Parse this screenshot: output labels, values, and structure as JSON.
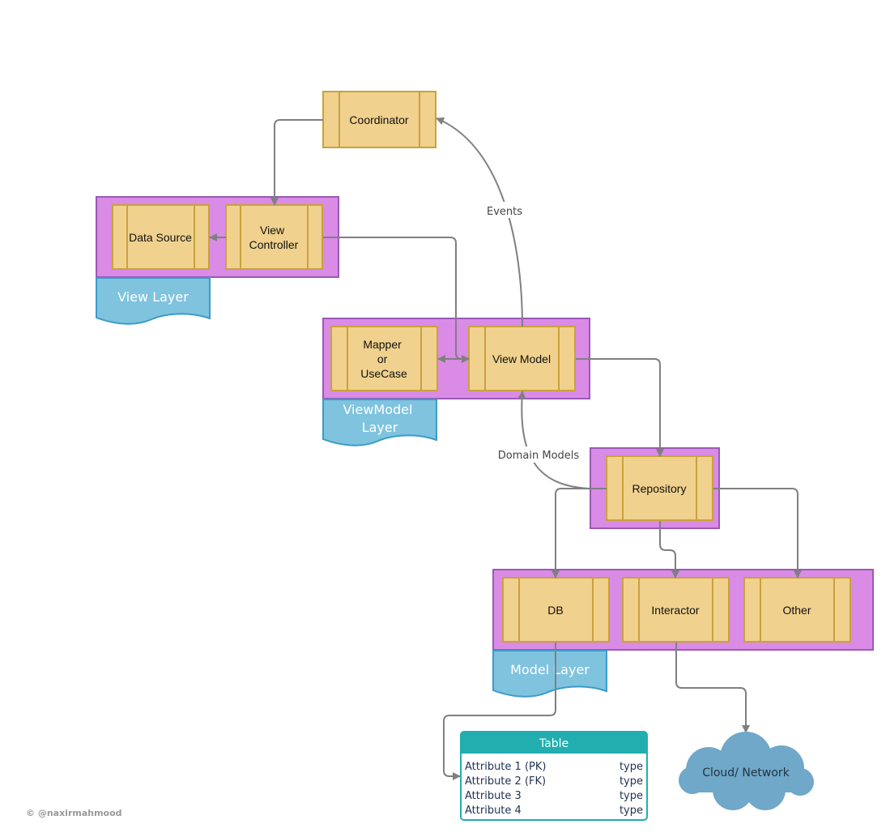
{
  "nodes": {
    "coordinator": "Coordinator",
    "data_source": "Data Source",
    "view_controller": [
      "View",
      "Controller"
    ],
    "mapper": [
      "Mapper",
      "or",
      "UseCase"
    ],
    "view_model": "View Model",
    "repository": "Repository",
    "db": "DB",
    "interactor": "Interactor",
    "other": "Other"
  },
  "layers": {
    "view": "View Layer",
    "viewmodel": [
      "ViewModel",
      "Layer"
    ],
    "model": "Model Layer"
  },
  "edge_labels": {
    "events": "Events",
    "domain_models": "Domain Models"
  },
  "table": {
    "title": "Table",
    "rows": [
      {
        "name": "Attribute 1 (PK)",
        "type": "type"
      },
      {
        "name": "Attribute 2 (FK)",
        "type": "type"
      },
      {
        "name": "Attribute 3",
        "type": "type"
      },
      {
        "name": "Attribute 4",
        "type": "type"
      }
    ]
  },
  "cloud": "Cloud/ Network",
  "credit": "© @naxirmahmood",
  "colors": {
    "process_fill": "#f0d18e",
    "process_stroke": "#c9a23c",
    "container_fill": "#d98be6",
    "container_stroke": "#9b59b6",
    "layer_fill": "#7fc3df",
    "layer_stroke": "#3a9cc7",
    "table_header": "#22aeae",
    "cloud_fill": "#6fa8c8",
    "edge": "#808080"
  }
}
